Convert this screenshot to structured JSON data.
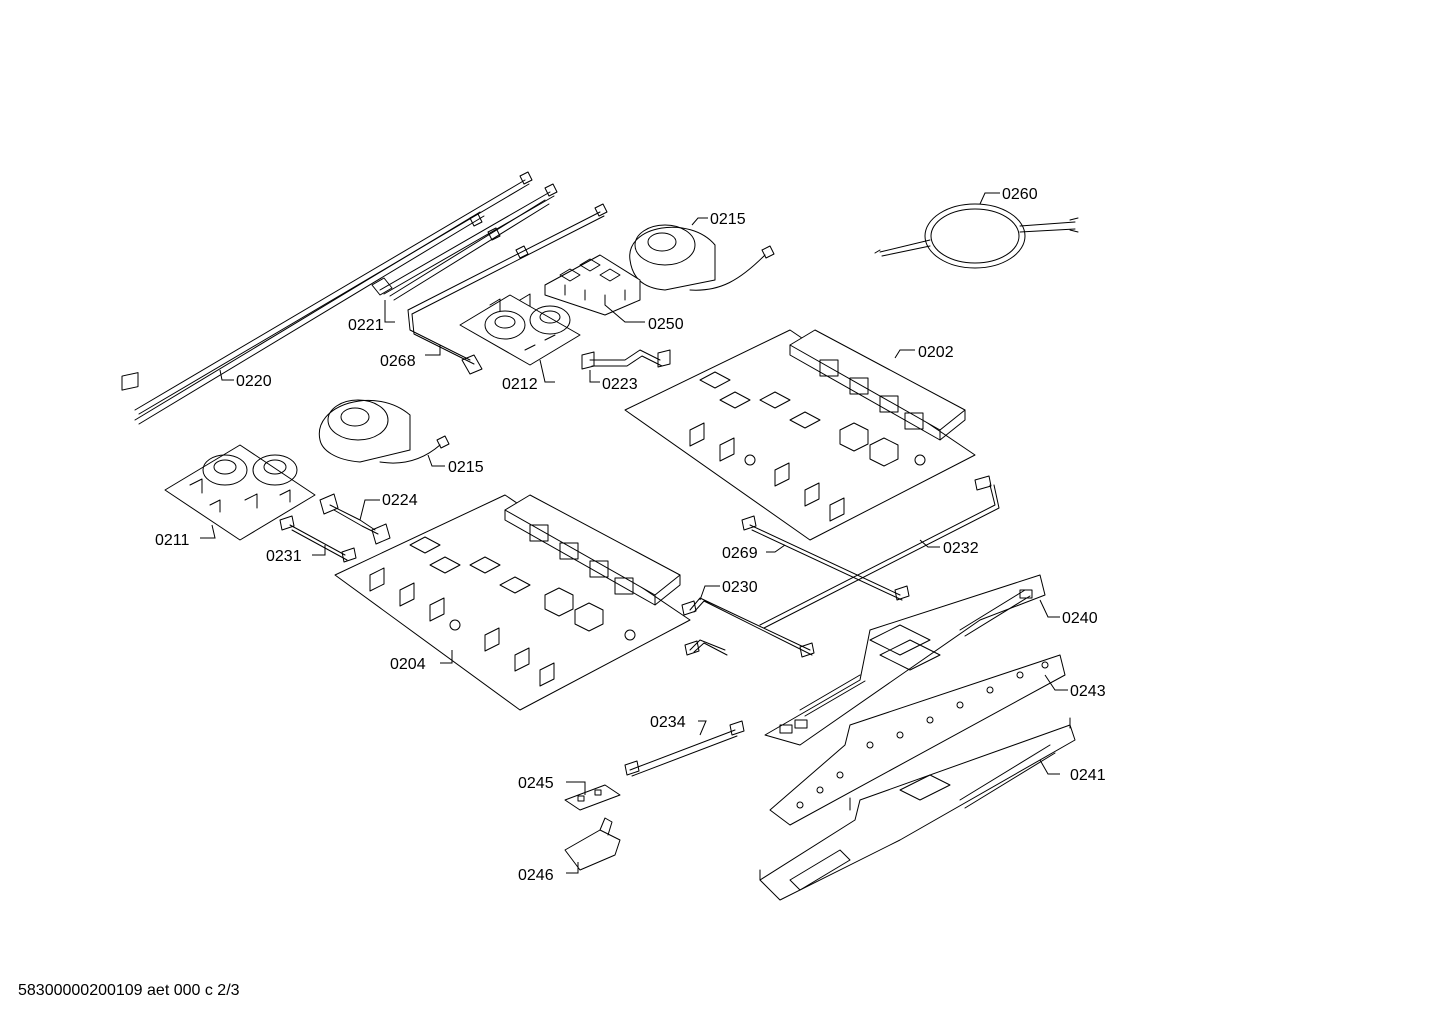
{
  "diagram": {
    "labels": {
      "p0260": "0260",
      "p0215a": "0215",
      "p0221": "0221",
      "p0250": "0250",
      "p0268": "0268",
      "p0212": "0212",
      "p0223": "0223",
      "p0202": "0202",
      "p0220": "0220",
      "p0215b": "0215",
      "p0224": "0224",
      "p0211": "0211",
      "p0231": "0231",
      "p0269": "0269",
      "p0232": "0232",
      "p0230": "0230",
      "p0240": "0240",
      "p0204": "0204",
      "p0243": "0243",
      "p0234": "0234",
      "p0241": "0241",
      "p0245": "0245",
      "p0246": "0246"
    },
    "footer": "58300000200109 aet 000 c 2/3"
  }
}
